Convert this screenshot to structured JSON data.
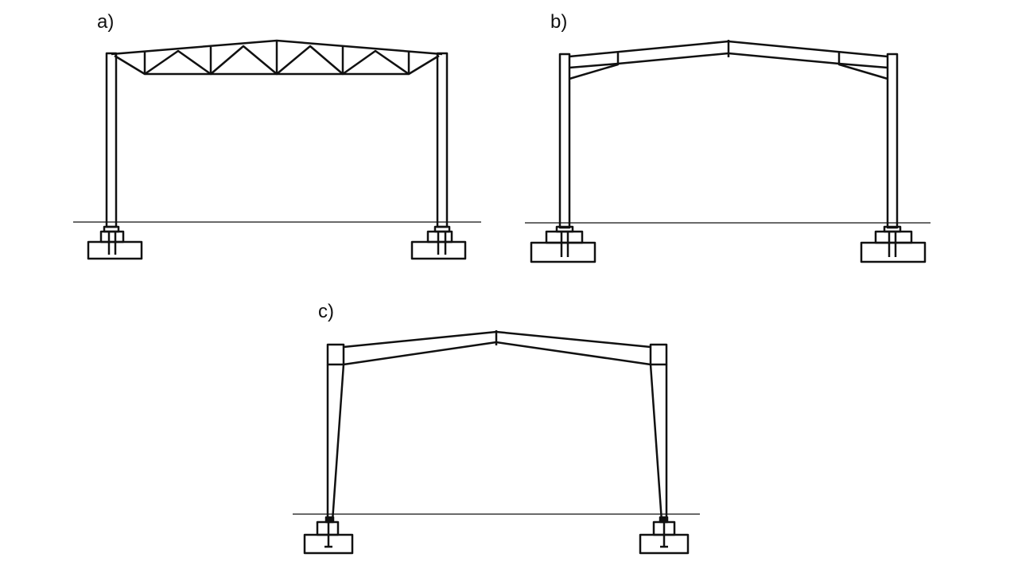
{
  "panels": [
    {
      "label": "a)",
      "type": "truss-frame"
    },
    {
      "label": "b)",
      "type": "haunched-portal-frame"
    },
    {
      "label": "c)",
      "type": "tapered-column-portal-frame"
    }
  ],
  "colors": {
    "line": "#111111",
    "background": "#ffffff"
  }
}
